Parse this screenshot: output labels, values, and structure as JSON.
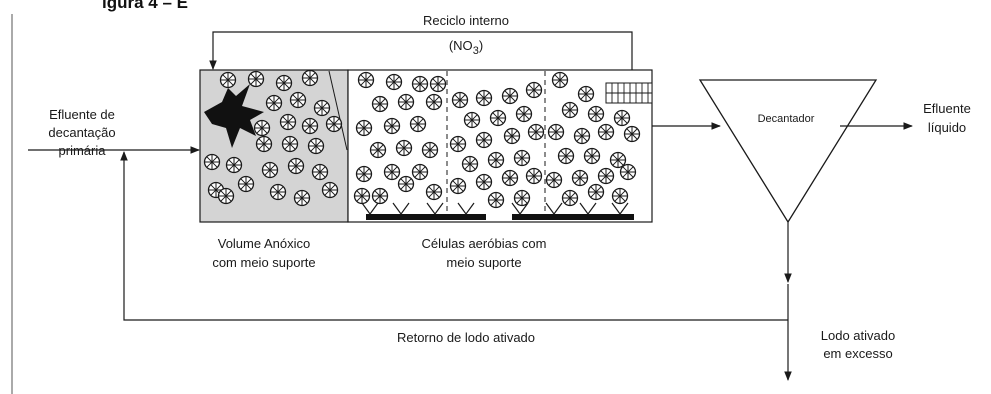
{
  "caption_fragment": "igura 4 – E",
  "labels": {
    "reciclo": "Reciclo interno",
    "no3": "(NO",
    "no3_sub": "3",
    "no3_close": ")",
    "influent_1": "Efluente de",
    "influent_2": "decantação",
    "influent_3": "primária",
    "decantador": "Decantador",
    "effluent_1": "Efluente",
    "effluent_2": "líquido",
    "anoxic_1": "Volume Anóxico",
    "anoxic_2": "com meio suporte",
    "aerobic_1": "Células aeróbias com",
    "aerobic_2": "meio suporte",
    "return": "Retorno de lodo ativado",
    "excess_1": "Lodo ativado",
    "excess_2": "em excesso"
  },
  "colors": {
    "anoxic_fill": "#d4d4d4",
    "line": "#1a1a1a",
    "carrier_fill": "#ffffff"
  }
}
